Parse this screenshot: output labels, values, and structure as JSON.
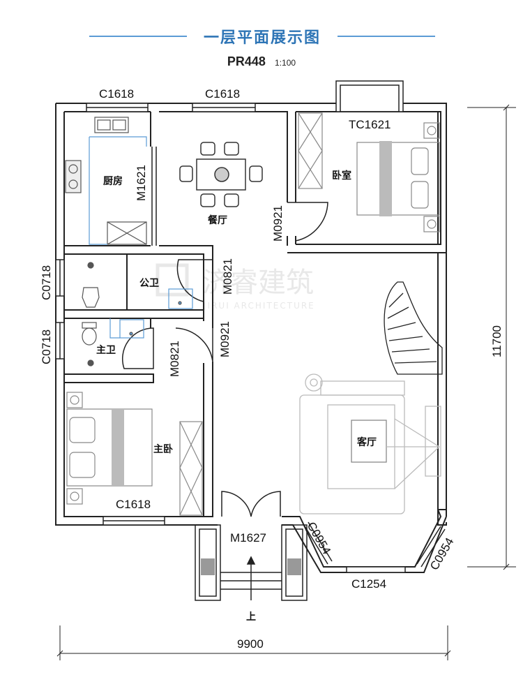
{
  "header": {
    "title": "一层平面展示图",
    "plan_code": "PR448",
    "scale": "1:100"
  },
  "windows": {
    "kitchen_top": "C1618",
    "dining_top": "C1618",
    "bedroom_top": "TC1621",
    "public_bath_left": "C0718",
    "master_bath_left": "C0718",
    "master_bed_bottom": "C1618",
    "living_bay_left": "C0954",
    "living_bay_right": "C0954",
    "living_bottom": "C1254"
  },
  "doors": {
    "kitchen": "M1621",
    "bedroom": "M0921",
    "public_bath": "M0821",
    "master_bath": "M0821",
    "master_bed": "M0921",
    "entrance": "M1627"
  },
  "rooms": {
    "kitchen": "厨房",
    "dining": "餐厅",
    "bedroom": "卧室",
    "public_bath": "公卫",
    "master_bath": "主卫",
    "living": "客厅",
    "master_bed": "主卧"
  },
  "stairs_label": "上",
  "dimensions": {
    "width": "9900",
    "height": "11700"
  },
  "watermark": {
    "cn": "济睿建筑",
    "en": "JIRUI ARCHITECTURE"
  },
  "colors": {
    "title": "#2e75b6",
    "title_line": "#5b9bd5",
    "wall": "#222222",
    "furniture": "#9a9a9a",
    "fixture_blue": "#5b9bd5"
  }
}
